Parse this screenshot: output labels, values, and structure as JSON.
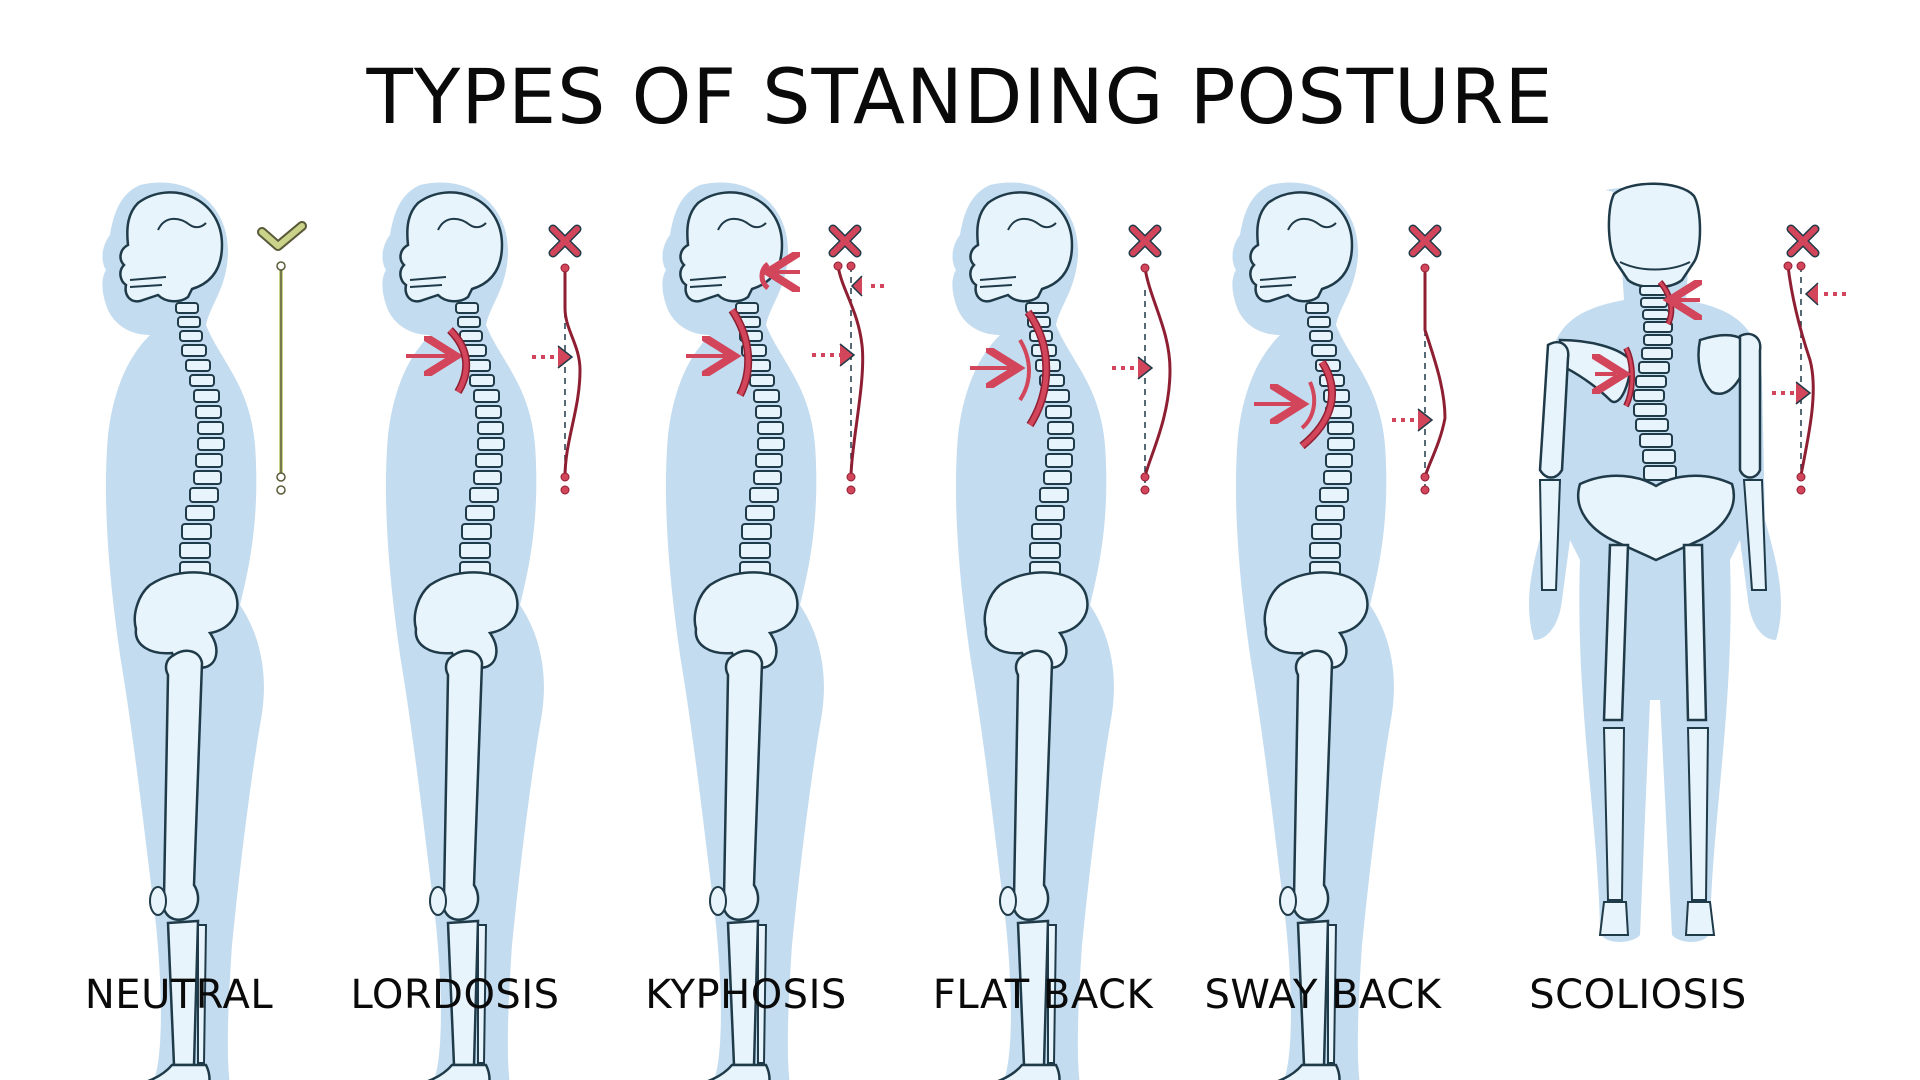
{
  "title": "TYPES OF STANDING POSTURE",
  "colors": {
    "body_fill": "#c4dcef",
    "bone_fill": "#e8f4fb",
    "outline": "#1f3a48",
    "alert_red": "#d2455a",
    "curve_dark_red": "#8e1f33",
    "check_green": "#c9d48a",
    "check_outline": "#5a5a3a"
  },
  "postures": [
    {
      "id": "neutral",
      "label": "NEUTRAL",
      "indicator": "check-mark",
      "status": "correct"
    },
    {
      "id": "lordosis",
      "label": "LORDOSIS",
      "indicator": "x-mark",
      "status": "incorrect"
    },
    {
      "id": "kyphosis",
      "label": "KYPHOSIS",
      "indicator": "x-mark",
      "status": "incorrect"
    },
    {
      "id": "flat-back",
      "label": "FLAT BACK",
      "indicator": "x-mark",
      "status": "incorrect"
    },
    {
      "id": "sway-back",
      "label": "SWAY BACK",
      "indicator": "x-mark",
      "status": "incorrect"
    },
    {
      "id": "scoliosis",
      "label": "SCOLIOSIS",
      "indicator": "x-mark",
      "status": "incorrect"
    }
  ]
}
